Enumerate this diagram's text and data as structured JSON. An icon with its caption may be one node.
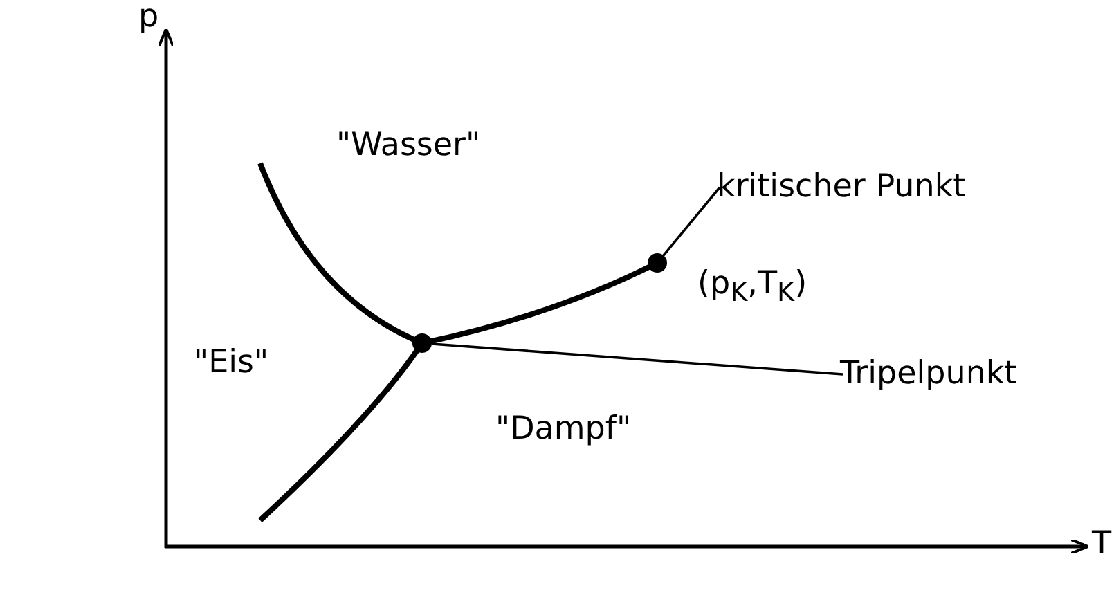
{
  "diagram": {
    "nodes": [
      {
        "text": [
          "kritischer Punkt"
        ]
      },
      {
        "text": [],
        "shape": "circle"
      },
      {
        "text": [
          "Tripelpunkt"
        ]
      },
      {
        "text": [],
        "shape": "circle"
      }
    ],
    "edges": [
      {
        "from": 0,
        "to": 1,
        "arrow": "none"
      },
      {
        "from": 2,
        "to": 3,
        "arrow": "none"
      }
    ],
    "labels": [
      "p",
      "\"Wasser\"",
      "(p$_{K}$,T$_{K}$)",
      "\"Eis\"",
      "\"Dampf\"",
      "T"
    ]
  }
}
